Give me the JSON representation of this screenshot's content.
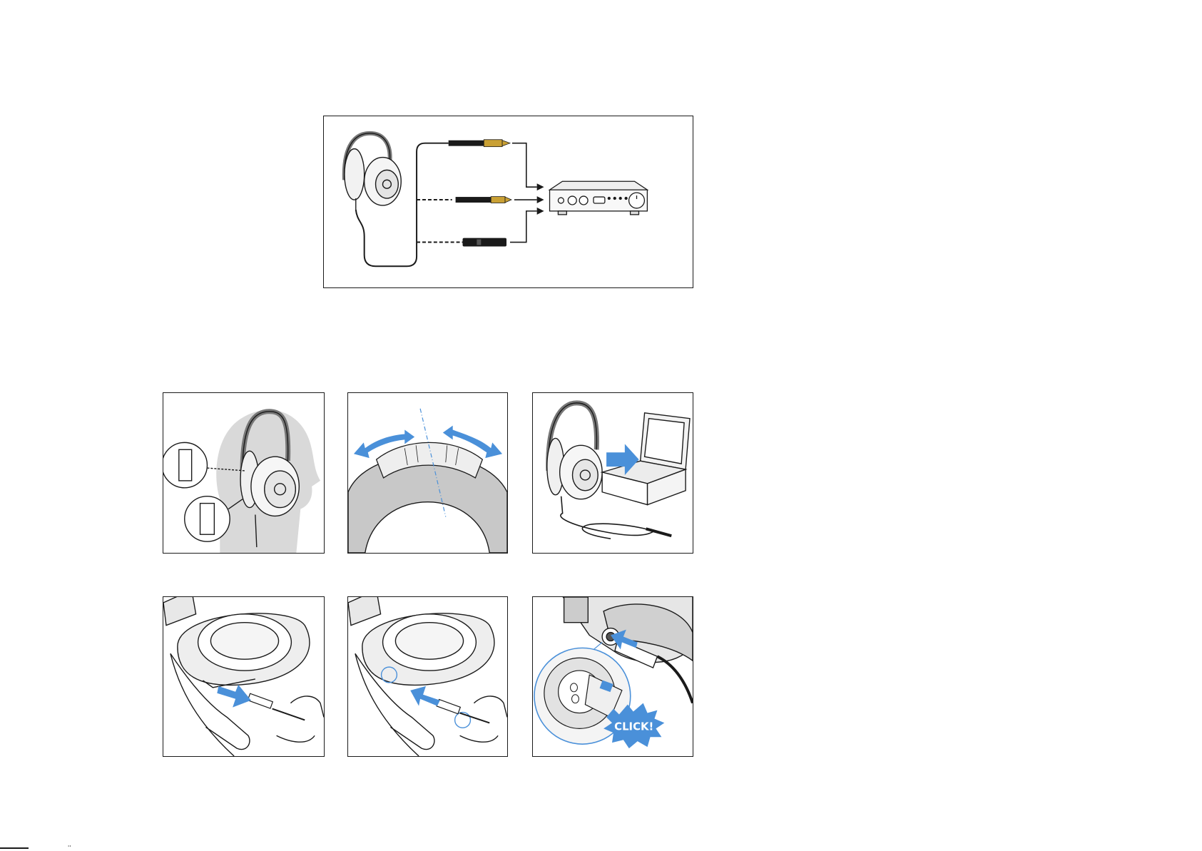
{
  "click_badge": {
    "text": "CLICK!"
  },
  "colors": {
    "accent_blue": "#4a90d9",
    "line": "#1a1a1a",
    "gold_plug": "#c9a034",
    "head_silhouette": "#d9d9d9"
  },
  "illustrations": {
    "connection": "headphones-cable-to-amplifier",
    "fit": "headphones-on-head-with-cushion-detail",
    "headband": "headband-adjustment",
    "storage": "headphones-into-storage-box",
    "detach": "detach-cable",
    "attach": "attach-cable",
    "click": "connector-click-lock"
  },
  "footer": {
    "mark": "''"
  }
}
